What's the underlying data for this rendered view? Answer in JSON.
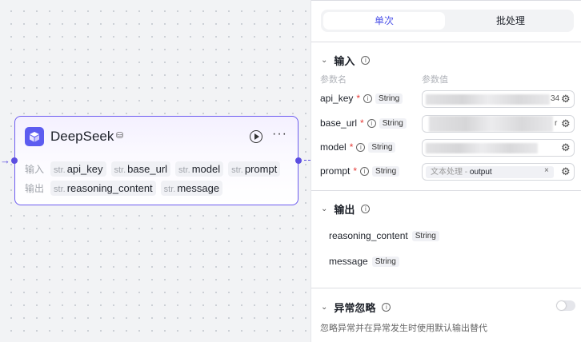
{
  "node": {
    "title": "DeepSeek",
    "input_label": "输入",
    "output_label": "输出",
    "type_prefix": "str.",
    "inputs": [
      "api_key",
      "base_url",
      "model",
      "prompt"
    ],
    "outputs": [
      "reasoning_content",
      "message"
    ],
    "accent": "#6d5df0"
  },
  "panel": {
    "tabs": [
      {
        "label": "单次",
        "active": true
      },
      {
        "label": "批处理",
        "active": false
      }
    ],
    "input_section": {
      "title": "输入",
      "col_name": "参数名",
      "col_value": "参数值",
      "params": [
        {
          "name": "api_key",
          "type": "String",
          "required": true,
          "value_tail": "34"
        },
        {
          "name": "base_url",
          "type": "String",
          "required": true,
          "value_tail": "r"
        },
        {
          "name": "model",
          "type": "String",
          "required": true
        },
        {
          "name": "prompt",
          "type": "String",
          "required": true,
          "ref_source": "文本处理 - ",
          "ref_field": "output"
        }
      ]
    },
    "output_section": {
      "title": "输出",
      "items": [
        {
          "name": "reasoning_content",
          "type": "String"
        },
        {
          "name": "message",
          "type": "String"
        }
      ]
    },
    "exception_section": {
      "title": "异常忽略",
      "toggle_on": false,
      "description": "忽略异常并在异常发生时使用默认输出替代"
    }
  }
}
